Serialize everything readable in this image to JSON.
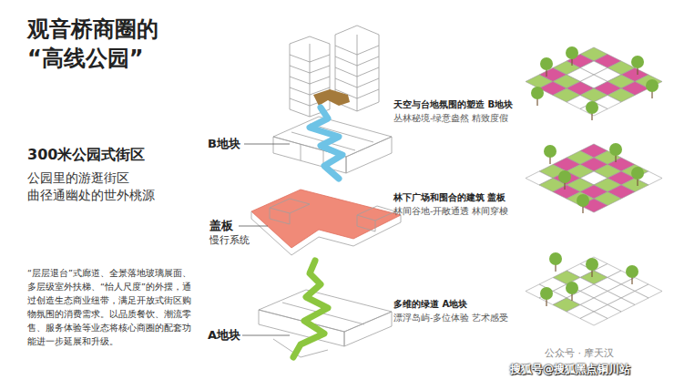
{
  "diagram": {
    "title": "观音桥商圈的 “高线公园”",
    "labels": [
      "300米公园式街区",
      "公园里的游逛街区",
      "曲径通幽处的世外桃源",
      "“层层退台”式廊道、全景落地玻璃展面、多层级室外扶梯、“怡人尺度”的外摆，通过创造生态商业纽带，满足开放式街区购物氛围的消费需求。以品质餐饮、潮流零售、服务体验等业态将核心商圈的配套功能进一步延展和升级。",
      "B地块",
      "盖板",
      "慢行系统",
      "A地块",
      "天空与台地氛围的塑造 B地块",
      "丛林秘境-绿意盎然 精致度假",
      "林下广场和围合的建筑 盖板",
      "林间谷地-开敞通透 林间穿梭",
      "多维的绿道 A地块",
      "漂浮岛屿-多位体验 艺术感受",
      "公众号 · 摩天汉",
      "搜狐号@搜狐黑点铜川站"
    ]
  }
}
